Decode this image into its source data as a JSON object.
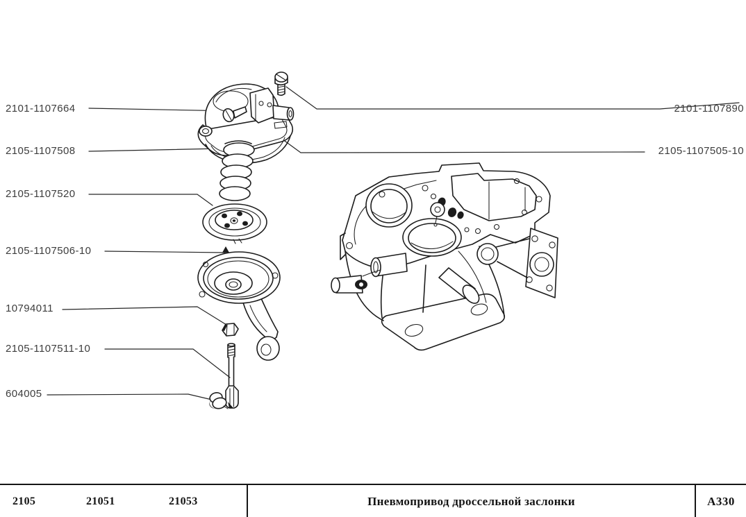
{
  "diagram": {
    "left_labels": [
      {
        "text": "2101-1107664"
      },
      {
        "text": "2105-1107508"
      },
      {
        "text": "2105-1107520"
      },
      {
        "text": "2105-1107506-10"
      },
      {
        "text": "10794011"
      },
      {
        "text": "2105-1107511-10"
      },
      {
        "text": "604005"
      }
    ],
    "right_labels": [
      {
        "text": "2101-1107890"
      },
      {
        "text": "2105-1107505-10"
      }
    ]
  },
  "footer": {
    "models": [
      "2105",
      "21051",
      "21053"
    ],
    "title": "Пневмопривод дроссельной заслонки",
    "code": "А330"
  },
  "colors": {
    "line": "#1c1c1c",
    "label_text": "#3d3d3d",
    "footer_text": "#141414",
    "background": "#ffffff"
  }
}
